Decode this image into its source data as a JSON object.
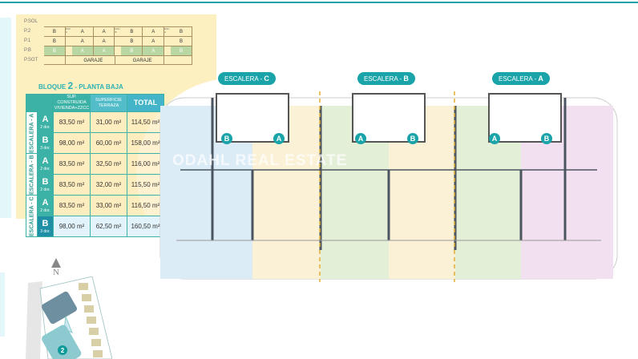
{
  "section": {
    "levels": [
      "P.SOL",
      "P.2",
      "P.1",
      "P.B",
      "P.SOT"
    ],
    "rows": [
      [
        "B",
        "A",
        "A",
        "B",
        "A",
        "B"
      ],
      [
        "B",
        "A",
        "A",
        "B",
        "A",
        "B"
      ],
      [
        "B",
        "A",
        "A",
        "B",
        "A",
        "B"
      ]
    ],
    "stairs": [
      "ESC. C",
      "ESC. B",
      "ESC. A"
    ],
    "garage": "GARAJE"
  },
  "block": {
    "prefix": "BLOQUE",
    "number": "2",
    "suffix": "- PLANTA BAJA"
  },
  "table": {
    "headers": [
      "SUP. CONSTRUIDA VIVIENDA+ZZCC",
      "SUPERFICIE TERRAZA",
      "TOTAL"
    ],
    "groups": [
      {
        "label": "ESCALERA - A",
        "rows": [
          {
            "type": "A",
            "dorms": "2 dor.",
            "built": "83,50 m²",
            "terrace": "31,00 m²",
            "total": "114,50 m²"
          },
          {
            "type": "B",
            "dorms": "3 dor.",
            "built": "98,00 m²",
            "terrace": "60,00 m²",
            "total": "158,00 m²"
          }
        ]
      },
      {
        "label": "ESCALERA - B",
        "rows": [
          {
            "type": "A",
            "dorms": "2 dor.",
            "built": "83,50 m²",
            "terrace": "32,50 m²",
            "total": "116,00 m²"
          },
          {
            "type": "B",
            "dorms": "2 dor.",
            "built": "83,50 m²",
            "terrace": "32,00 m²",
            "total": "115,50 m²"
          }
        ]
      },
      {
        "label": "ESCALERA - C",
        "rows": [
          {
            "type": "A",
            "dorms": "2 dor.",
            "built": "83,50 m²",
            "terrace": "33,00 m²",
            "total": "116,50 m²"
          },
          {
            "type": "B",
            "dorms": "3 dor.",
            "built": "98,00 m²",
            "terrace": "62,50 m²",
            "total": "160,50 m²"
          }
        ]
      }
    ]
  },
  "watermark": "ODAHL REAL ESTATE",
  "escaleras": [
    {
      "prefix": "ESCALERA -",
      "letter": "C"
    },
    {
      "prefix": "ESCALERA -",
      "letter": "B"
    },
    {
      "prefix": "ESCALERA -",
      "letter": "A"
    }
  ],
  "markers": [
    "B",
    "A",
    "A",
    "B",
    "A",
    "B"
  ],
  "north": "N",
  "site_marker": "2",
  "colors": {
    "teal": "#1aa3a8",
    "blue": "#dcecf7",
    "yellow": "#fbf1d6",
    "green": "#e4efd8",
    "pink": "#f2e0f0"
  }
}
